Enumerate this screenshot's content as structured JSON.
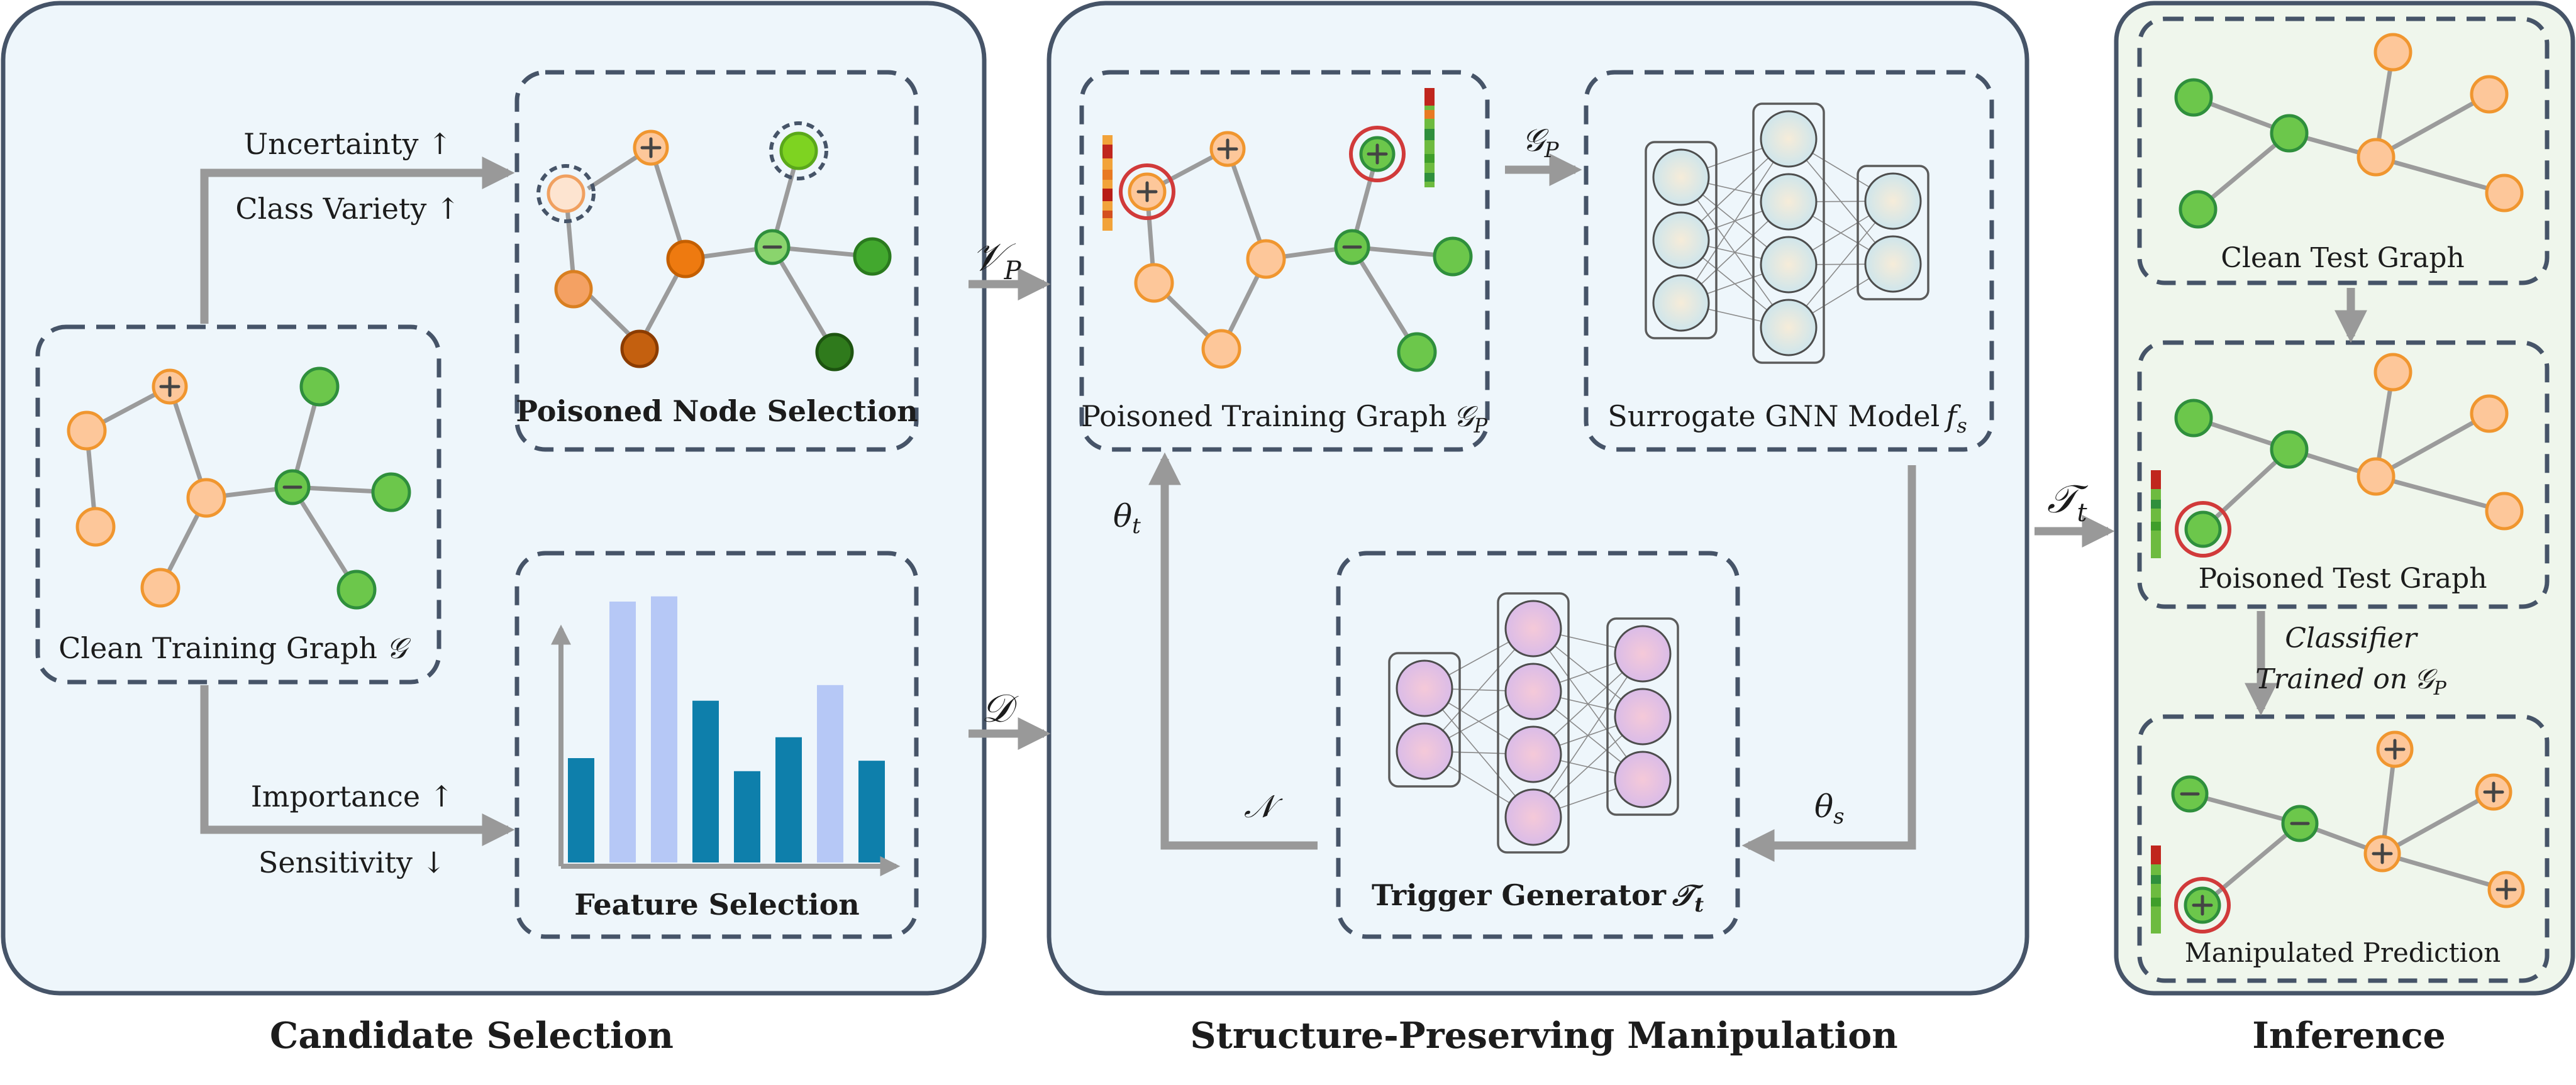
{
  "panels": {
    "candidate_selection": "Candidate Selection",
    "manipulation": "Structure-Preserving Manipulation",
    "inference": "Inference"
  },
  "candidate": {
    "clean_graph": "Clean Training Graph",
    "clean_graph_sym": "𝒢",
    "uncertainty": "Uncertainty ↑",
    "class_variety": "Class Variety ↑",
    "importance": "Importance ↑",
    "sensitivity": "Sensitivity ↓",
    "poisoned_node_selection": "Poisoned Node Selection",
    "feature_selection": "Feature Selection",
    "feature_bars": [
      {
        "value": 0.4,
        "color": "#0e7fab"
      },
      {
        "value": 1.0,
        "color": "#b6c8f6"
      },
      {
        "value": 1.02,
        "color": "#b6c8f6"
      },
      {
        "value": 0.62,
        "color": "#0e7fab"
      },
      {
        "value": 0.35,
        "color": "#0e7fab"
      },
      {
        "value": 0.48,
        "color": "#0e7fab"
      },
      {
        "value": 0.68,
        "color": "#b6c8f6"
      },
      {
        "value": 0.39,
        "color": "#0e7fab"
      }
    ]
  },
  "arrows": {
    "vp": "𝒱",
    "vp_sub": "P",
    "d": "𝒟",
    "gp": "𝒢",
    "gp_sub": "P",
    "theta_t": "θ",
    "theta_t_sub": "t",
    "theta_s": "θ",
    "theta_s_sub": "s",
    "n": "𝒩",
    "tt": "𝒯",
    "tt_sub": "t"
  },
  "manipulation": {
    "poisoned_training_graph": "Poisoned Training Graph",
    "poisoned_training_graph_sym": "𝒢",
    "poisoned_training_graph_sub": "P",
    "surrogate_model": "Surrogate GNN Model",
    "surrogate_model_sym": "f",
    "surrogate_model_sub": "s",
    "trigger_generator": "Trigger Generator",
    "trigger_generator_sym": "𝒯",
    "trigger_generator_sub": "t"
  },
  "inference": {
    "clean_test_graph": "Clean Test Graph",
    "poisoned_test_graph": "Poisoned Test Graph",
    "classifier_line1": "Classifier",
    "classifier_line2": "Trained on",
    "classifier_sym": "𝒢",
    "classifier_sub": "P",
    "manipulated_prediction": "Manipulated Prediction"
  },
  "colors": {
    "orange_light": "#fdc79a",
    "orange_mid": "#f4a163",
    "orange_dark": "#e8730f",
    "green": "#6cc74b",
    "green_dark": "#3d8b28",
    "highlight_red": "#d13a3a",
    "panel_fill_blue": "#eef6fb",
    "panel_fill_green": "#eff6ec",
    "panel_stroke": "#465468",
    "arrow_gray": "#999999"
  }
}
